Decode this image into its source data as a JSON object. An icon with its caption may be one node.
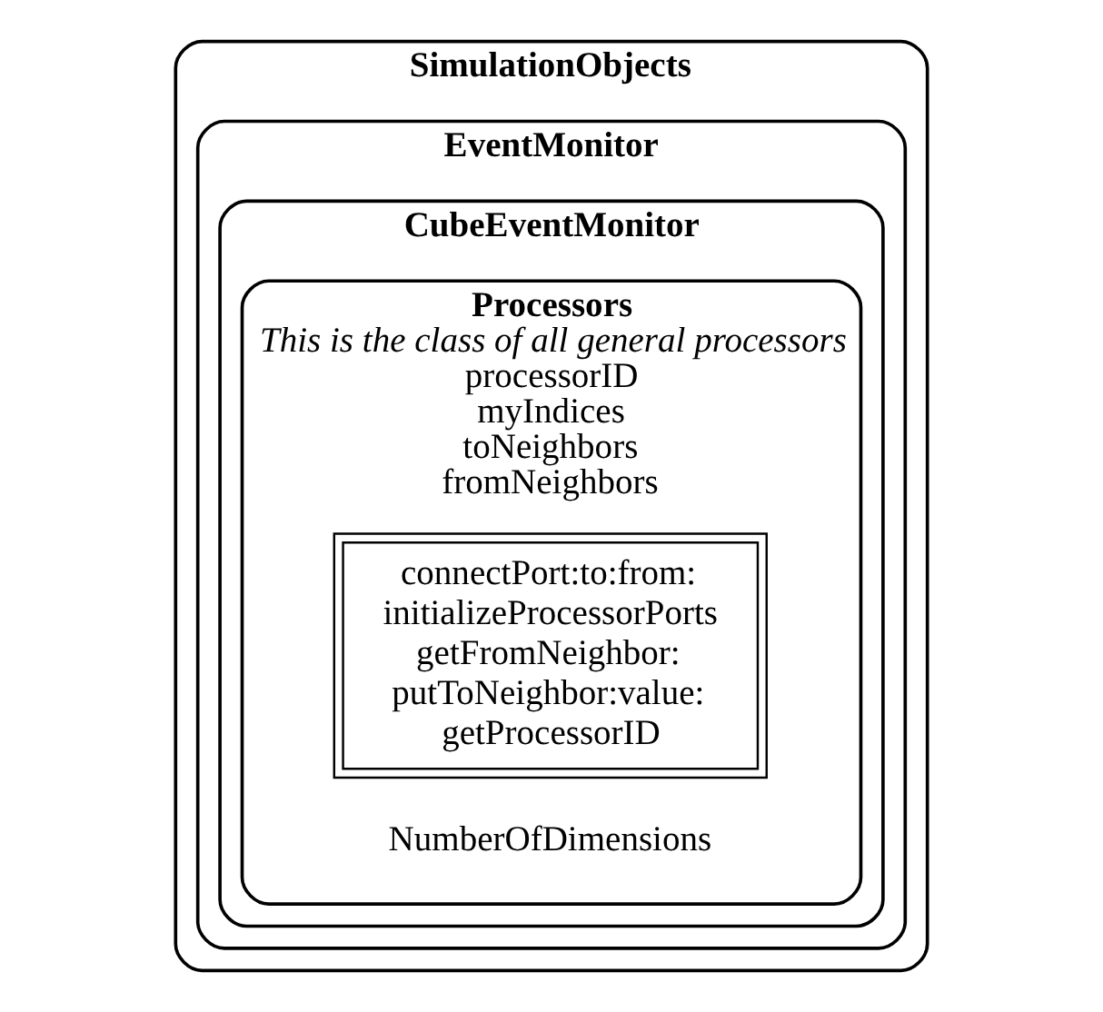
{
  "diagram": {
    "nodes": [
      {
        "text": [
          "SimulationObjects"
        ]
      },
      {
        "text": [
          "EventMonitor"
        ],
        "in": 0
      },
      {
        "text": [
          "CubeEventMonitor"
        ],
        "in": 1
      },
      {
        "text": [
          "Processors",
          "This is the class of all general processors",
          "processorID",
          "myIndices",
          "toNeighbors",
          "fromNeighbors",
          "NumberOfDimensions"
        ],
        "in": 2
      },
      {
        "text": [
          "connectPort:to:from:",
          "initializeProcessorPorts",
          "getFromNeighbor:",
          "putToNeighbor:value:",
          "getProcessorID"
        ],
        "in": 3
      }
    ],
    "edges": []
  }
}
